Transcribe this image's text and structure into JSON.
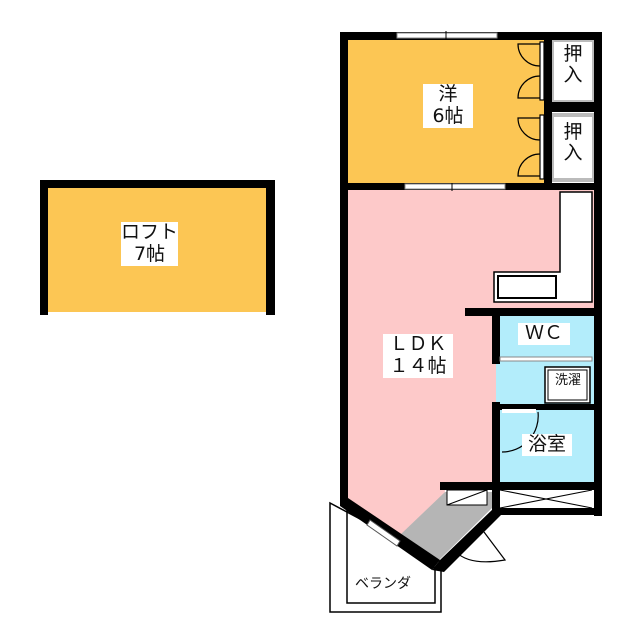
{
  "rooms": {
    "loft": {
      "name": "ロフト",
      "size": "7帖"
    },
    "western": {
      "name": "洋",
      "size": "6帖"
    },
    "closet_1": {
      "name": "押入"
    },
    "closet_2": {
      "name": "押入"
    },
    "ldk": {
      "name": "ＬＤＫ",
      "size": "１４帖"
    },
    "wc": {
      "name": "ＷＣ"
    },
    "laundry": {
      "name": "洗濯"
    },
    "bath": {
      "name": "浴室"
    },
    "veranda": {
      "name": "ベランダ"
    }
  },
  "colors": {
    "bedroom": "#fcc654",
    "ldk": "#fdc9c9",
    "wet": "#b3edfb",
    "entry": "#b5b5b5",
    "wall": "#000000"
  }
}
